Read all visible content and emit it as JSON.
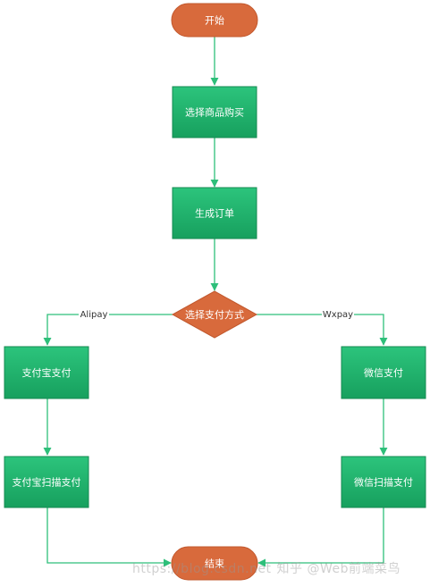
{
  "colors": {
    "terminal": "#D86A3C",
    "process": "#1EA868",
    "process_light": "#2CC47C",
    "decision": "#D86A3C",
    "edge": "#2EBF7A",
    "text": "#ffffff"
  },
  "nodes": {
    "start": "开始",
    "select_product": "选择商品购买",
    "create_order": "生成订单",
    "choose_payment": "选择支付方式",
    "alipay_pay": "支付宝支付",
    "alipay_scan": "支付宝扫描支付",
    "wechat_pay": "微信支付",
    "wechat_scan": "微信扫描支付",
    "end": "结束"
  },
  "edge_labels": {
    "alipay": "Alipay",
    "wxpay": "Wxpay"
  },
  "watermark": {
    "url": "https://blog.csdn.net",
    "credit": "知乎 @Web前端菜鸟"
  }
}
